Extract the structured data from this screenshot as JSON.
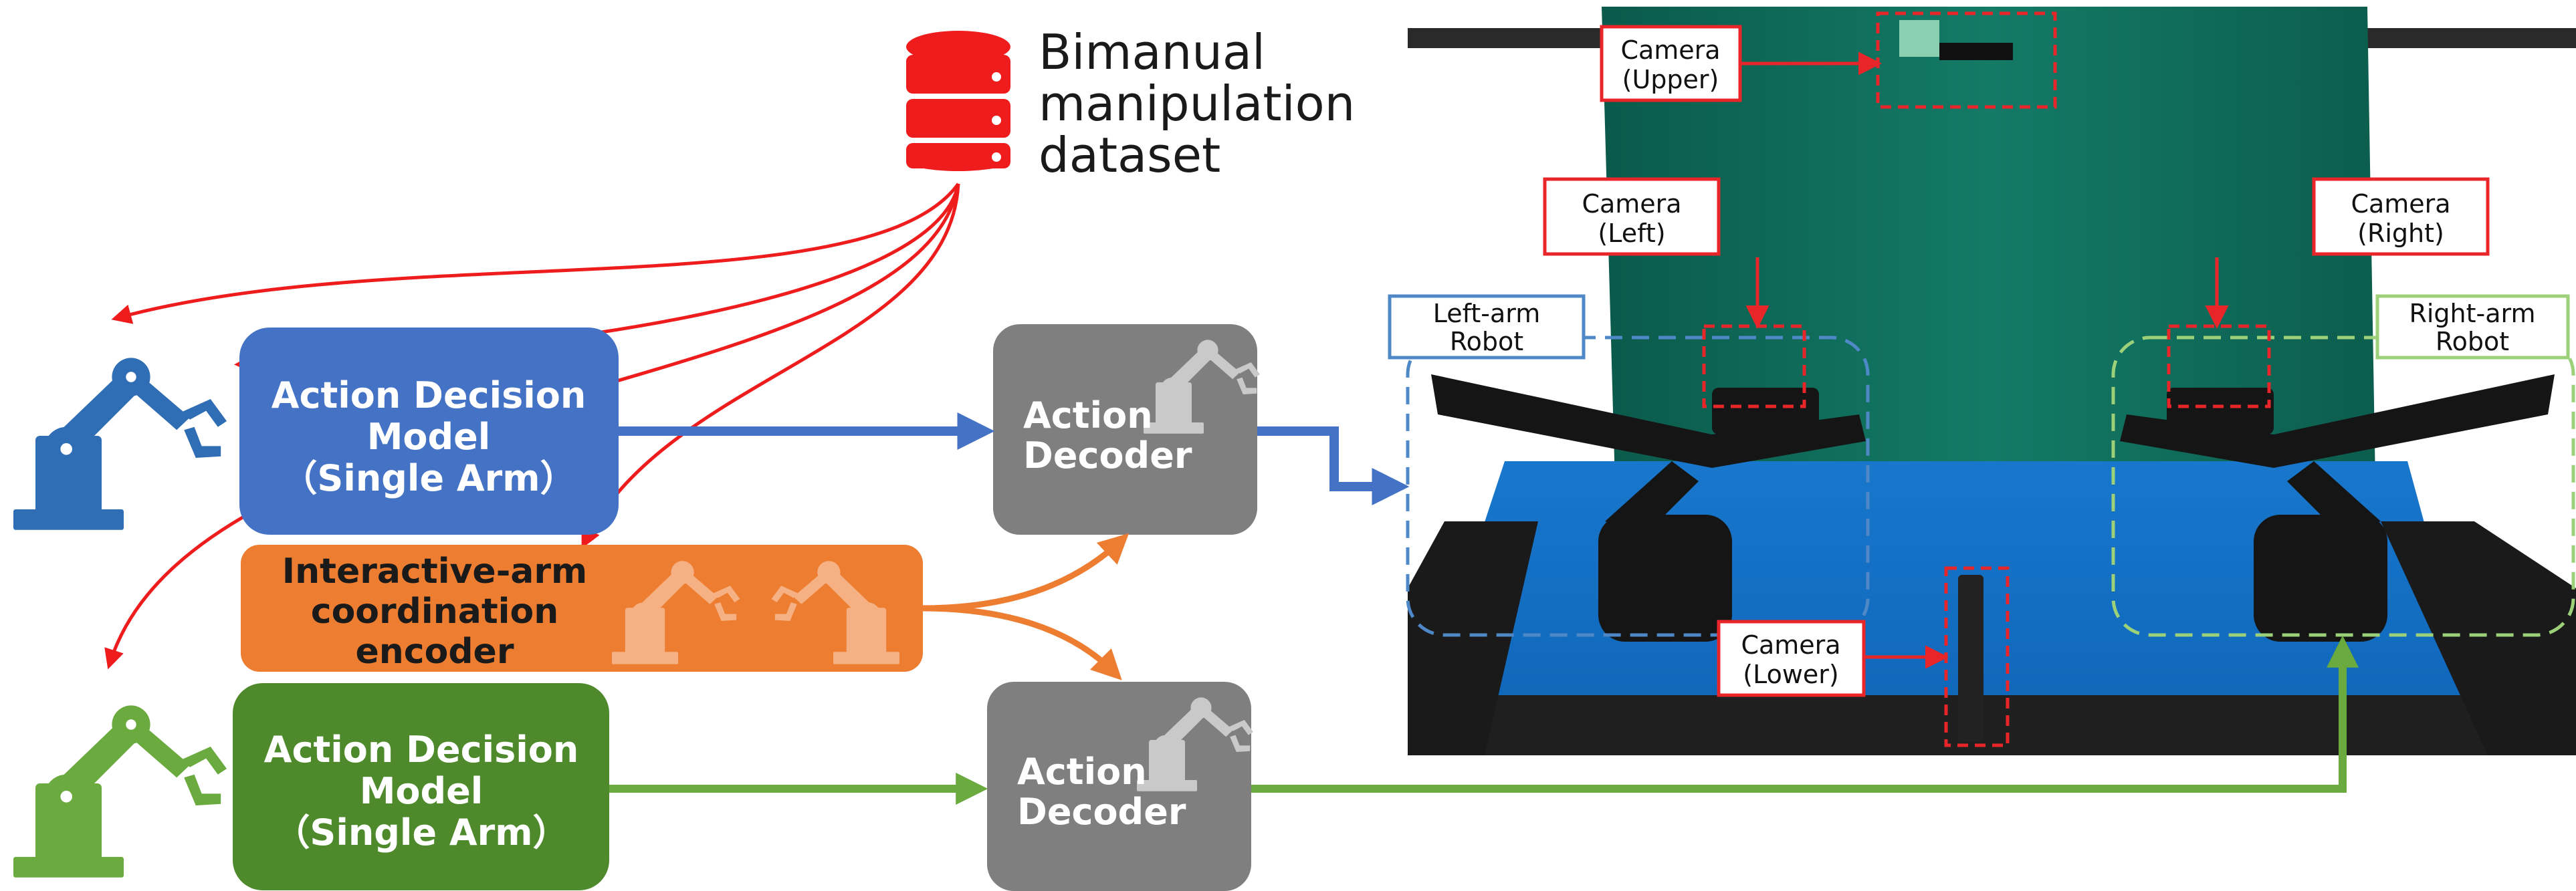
{
  "dataset": {
    "line1": "Bimanual",
    "line2": "manipulation",
    "line3": "dataset"
  },
  "blocks": {
    "adm_top": {
      "line1": "Action Decision",
      "line2": "Model",
      "line3": "（Single Arm）"
    },
    "adm_bottom": {
      "line1": "Action Decision",
      "line2": "Model",
      "line3": "（Single Arm）"
    },
    "encoder": {
      "line1": "Interactive-arm",
      "line2": "coordination",
      "line3": "encoder"
    },
    "decoder_top": {
      "line1": "Action",
      "line2": "Decoder"
    },
    "decoder_bottom": {
      "line1": "Action",
      "line2": "Decoder"
    }
  },
  "photo_labels": {
    "cam_upper": {
      "line1": "Camera",
      "line2": "(Upper)"
    },
    "cam_left": {
      "line1": "Camera",
      "line2": "(Left)"
    },
    "cam_right": {
      "line1": "Camera",
      "line2": "(Right)"
    },
    "cam_lower": {
      "line1": "Camera",
      "line2": "(Lower)"
    },
    "left_robot": {
      "line1": "Left-arm",
      "line2": "Robot"
    },
    "right_robot": {
      "line1": "Right-arm",
      "line2": "Robot"
    }
  },
  "icons": {
    "dataset": "database-icon",
    "left_arm": "robot-arm-icon",
    "right_arm": "robot-arm-icon"
  },
  "colors": {
    "dataset_red": "#ee1c1c",
    "left_blue": "#2f6db5",
    "left_box": "#4472c4",
    "right_green": "#6aaa3e",
    "right_box": "#4e8a2c",
    "encoder": "#ed7d31",
    "decoder": "#7f7f7f",
    "camera_box": "#e8262a"
  }
}
